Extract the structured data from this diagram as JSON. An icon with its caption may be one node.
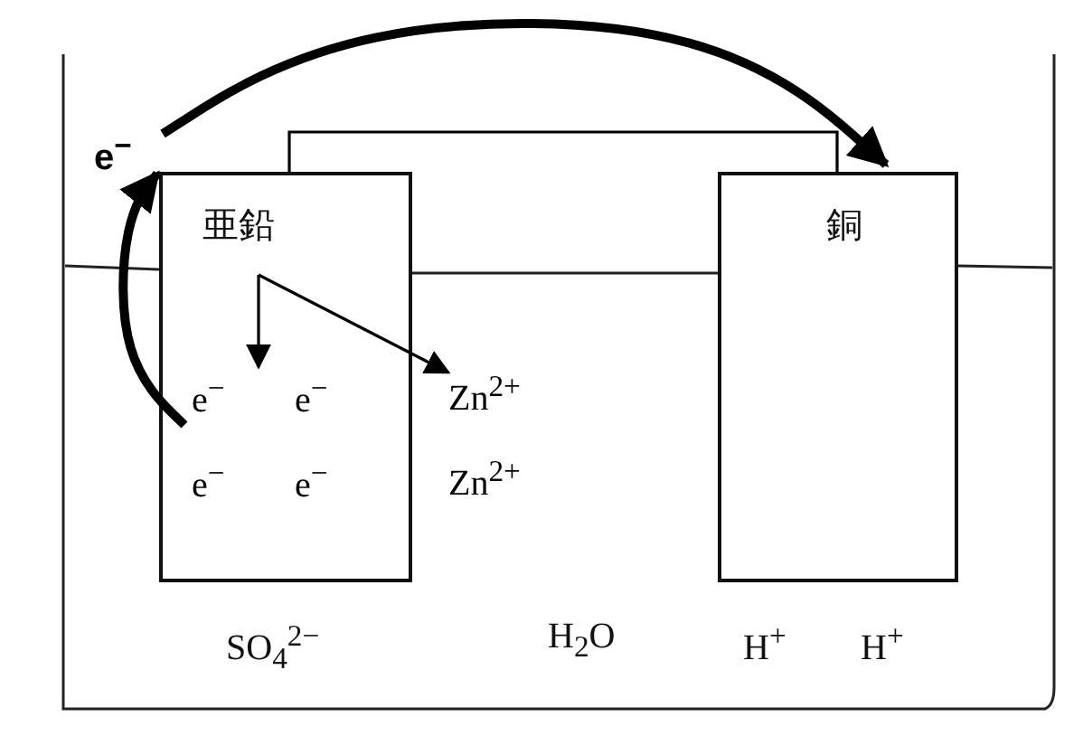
{
  "diagram": {
    "nodes": [
      {
        "text": [
          "e$^{−}$"
        ]
      },
      {
        "text": [
          "亜鉛"
        ]
      },
      {
        "text": [
          "銅"
        ]
      },
      {
        "text": [
          "e$^{−}$"
        ],
        "in": 1
      },
      {
        "text": [
          "e$^{−}$"
        ],
        "in": 1
      },
      {
        "text": [
          "e$^{−}$"
        ],
        "in": 1
      },
      {
        "text": [
          "e$^{−}$"
        ],
        "in": 1
      },
      {
        "text": [
          "Zn$^{2+}$"
        ]
      },
      {
        "text": [
          "Zn$^{2+}$"
        ]
      }
    ],
    "edges": [
      {
        "from": 0,
        "to": 2,
        "arrow": "to",
        "style": "thick"
      },
      {
        "from": 3,
        "to": 0,
        "arrow": "to",
        "style": "thick"
      },
      {
        "from": null,
        "to": 3,
        "arrow": "to"
      },
      {
        "from": null,
        "to": 7,
        "arrow": "to"
      },
      {
        "from": 1,
        "to": 2,
        "arrow": "none"
      }
    ],
    "labels": [
      "SO$_{4}$$^{2−}$",
      "H$_{2}$O",
      "H$^{+}$",
      "H$^{+}$"
    ]
  }
}
